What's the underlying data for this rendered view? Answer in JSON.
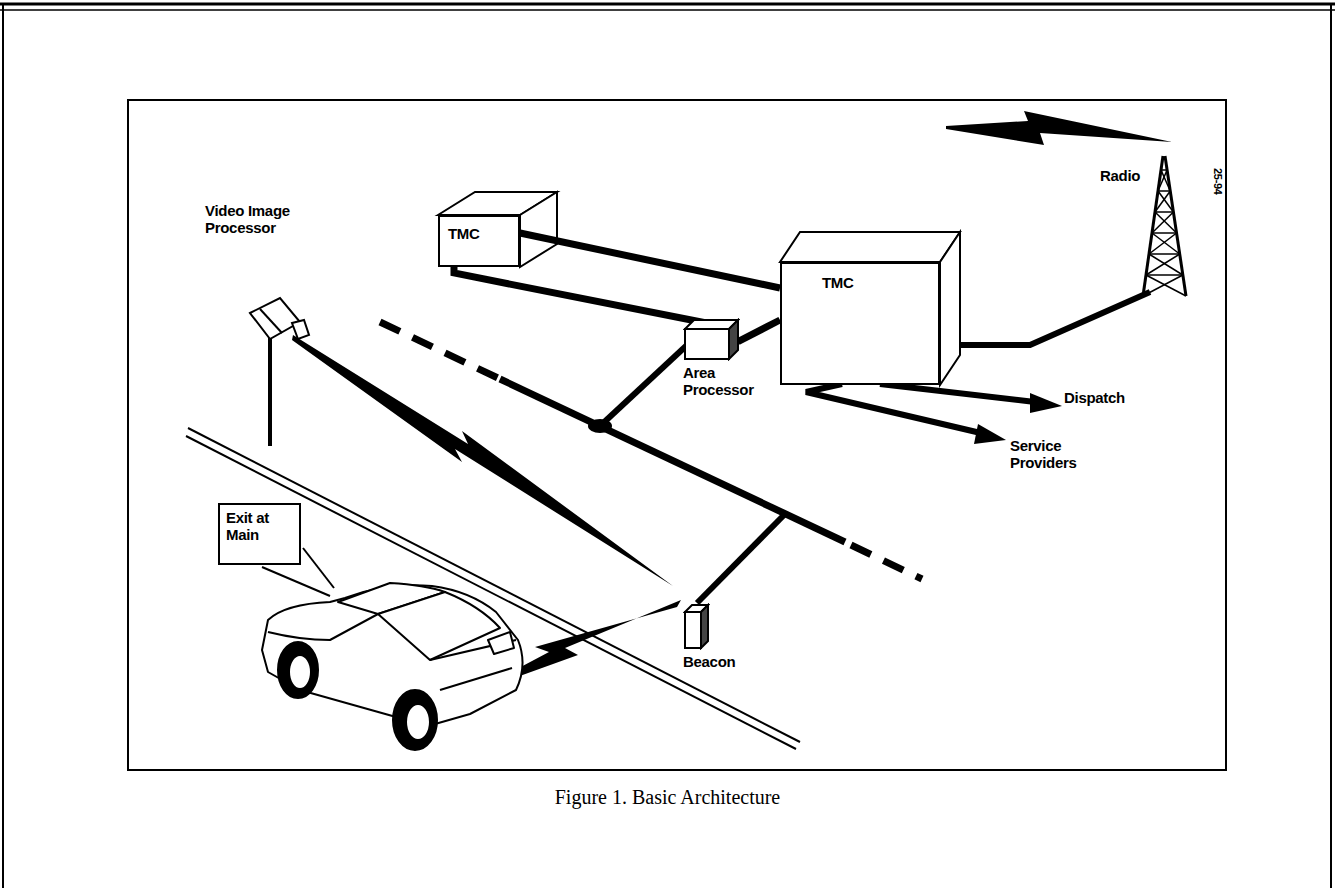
{
  "diagram": {
    "caption": "Figure 1. Basic Architecture",
    "nodes": [
      {
        "text": [
          "TMC"
        ]
      },
      {
        "text": [
          "TMC"
        ]
      },
      {
        "text": [
          "Area Processor"
        ]
      },
      {
        "text": [
          "Beacon"
        ]
      },
      {
        "text": [
          "Exit at Main"
        ]
      }
    ],
    "edges": [
      {
        "from": 0,
        "to": 1,
        "arrow": "none"
      },
      {
        "from": 0,
        "to": 2,
        "arrow": "none"
      },
      {
        "from": 2,
        "to": 1,
        "arrow": "none"
      }
    ],
    "labels": [
      "Video Image Processor",
      "Radio",
      "Dispatch",
      "Service Providers",
      "25-94"
    ]
  }
}
